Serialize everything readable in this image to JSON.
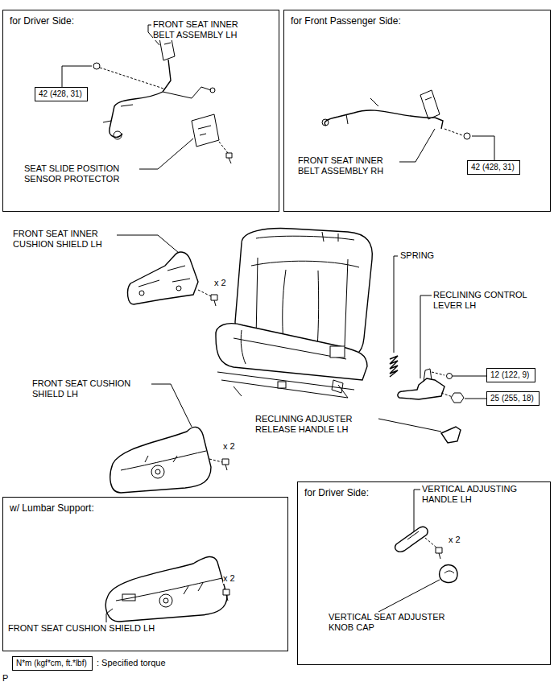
{
  "diagram": {
    "nodes": [
      {
        "text": [
          "for Driver Side:"
        ]
      },
      {
        "text": [
          "42 (428, 31)"
        ],
        "in": 0
      },
      {
        "text": [
          "for Front Passenger Side:"
        ]
      },
      {
        "text": [
          "42 (428, 31)"
        ],
        "in": 2
      },
      {
        "text": [
          "12 (122, 9)"
        ]
      },
      {
        "text": [
          "25 (255, 18)"
        ]
      },
      {
        "text": [
          "w/ Lumbar Support:"
        ]
      },
      {
        "text": [
          "for Driver Side:"
        ]
      },
      {
        "text": [
          "N*m (kgf*cm, ft.*lbf)"
        ]
      }
    ],
    "labels": [
      "FRONT SEAT INNER BELT ASSEMBLY LH",
      "SEAT SLIDE POSITION SENSOR PROTECTOR",
      "FRONT SEAT INNER BELT ASSEMBLY RH",
      "FRONT SEAT INNER CUSHION SHIELD LH",
      "x 2",
      "SPRING",
      "RECLINING CONTROL LEVER LH",
      "FRONT SEAT CUSHION SHIELD LH",
      "x 2",
      "RECLINING ADJUSTER RELEASE HANDLE LH",
      "x 2",
      "FRONT SEAT CUSHION SHIELD LH",
      "VERTICAL ADJUSTING HANDLE LH",
      "x 2",
      "VERTICAL SEAT ADJUSTER KNOB CAP",
      "P"
    ],
    "legend": [
      {
        "text": ": Specified torque"
      }
    ]
  }
}
